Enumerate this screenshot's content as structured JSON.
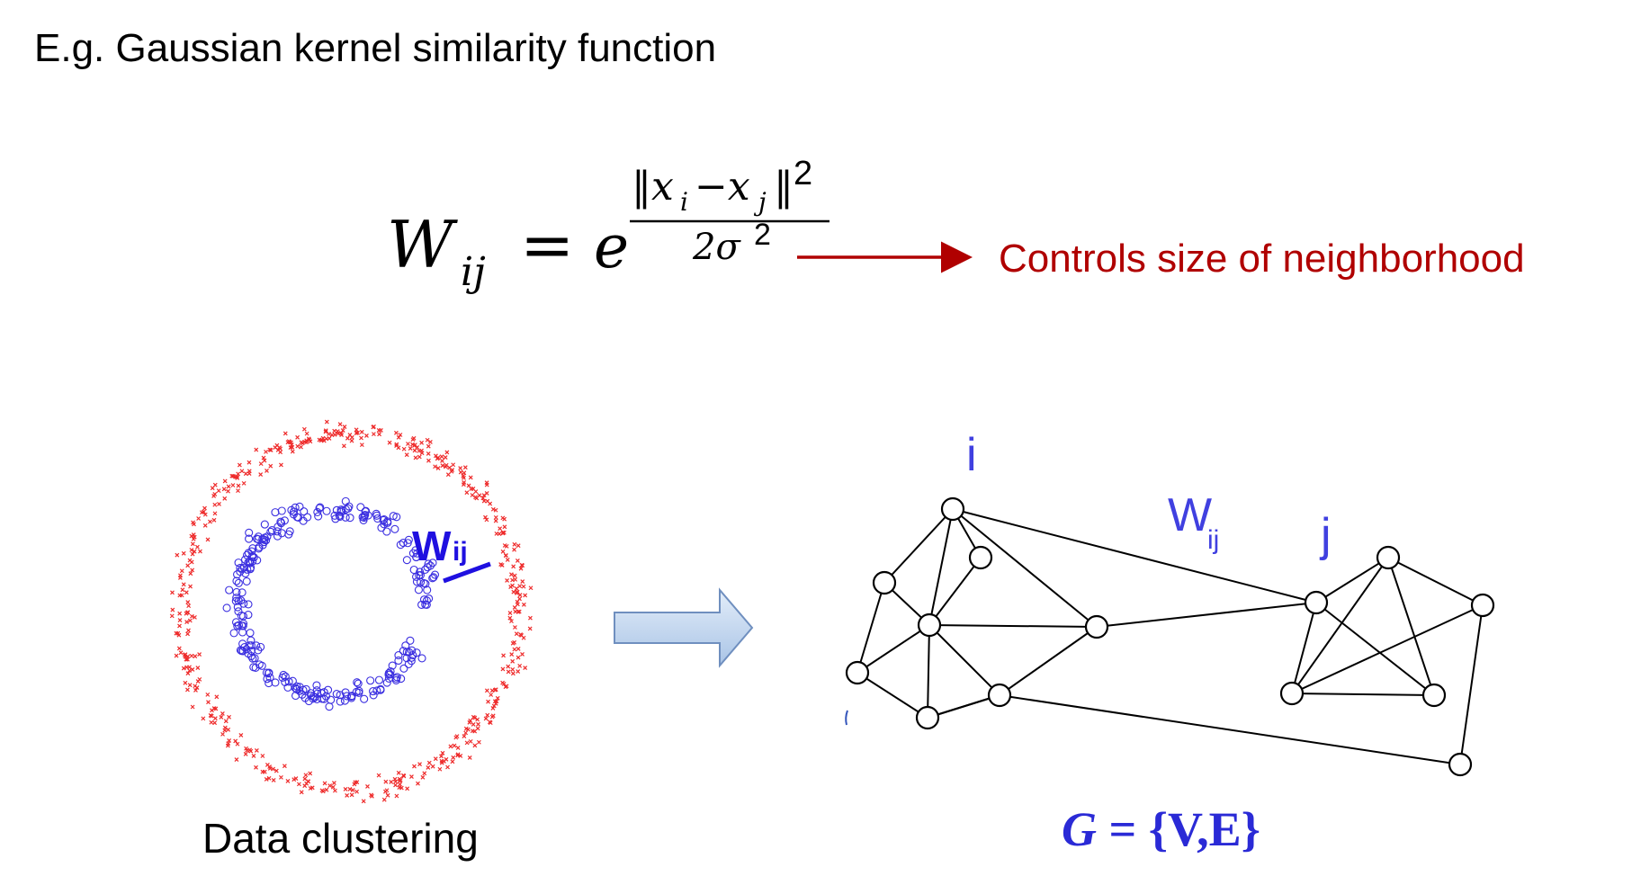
{
  "heading": "E.g. Gaussian kernel similarity function",
  "formula": {
    "lhs_symbol": "W",
    "lhs_subscript": "ij",
    "equals": "=",
    "base": "e",
    "exp_numerator": "‖x",
    "exp_num_sub_i": "i",
    "exp_minus": "−x",
    "exp_num_sub_j": "j",
    "exp_norm_close": "‖",
    "exp_square": "2",
    "exp_denominator": "2σ",
    "exp_denom_square": "2"
  },
  "annotation": {
    "text": "Controls size of neighborhood",
    "color": "#b00000"
  },
  "scatter": {
    "weight_label": "W",
    "weight_sub": "ij",
    "outer_color": "#ee2b2b",
    "inner_color": "#3a2ee0",
    "caption": "Data clustering"
  },
  "arrow_color": "#c5d9f1",
  "graph": {
    "label_i": "i",
    "label_j": "j",
    "label_w": "W",
    "label_w_sub": "ij",
    "label_color": "#4040e0",
    "caption_G": "G",
    "caption_rest": " = {V,E}",
    "caption_color": "#2a2ad6"
  }
}
